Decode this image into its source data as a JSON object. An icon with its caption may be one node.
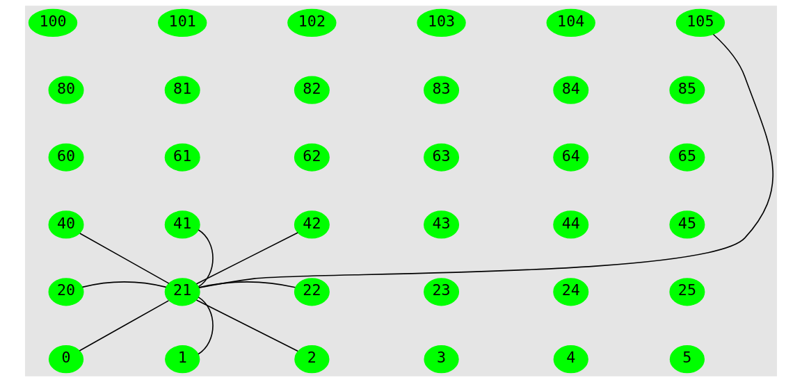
{
  "diagram": {
    "nodes": [
      {
        "text": [
          "100"
        ]
      },
      {
        "text": [
          "101"
        ]
      },
      {
        "text": [
          "102"
        ]
      },
      {
        "text": [
          "103"
        ]
      },
      {
        "text": [
          "104"
        ]
      },
      {
        "text": [
          "105"
        ]
      },
      {
        "text": [
          "80"
        ]
      },
      {
        "text": [
          "81"
        ]
      },
      {
        "text": [
          "82"
        ]
      },
      {
        "text": [
          "83"
        ]
      },
      {
        "text": [
          "84"
        ]
      },
      {
        "text": [
          "85"
        ]
      },
      {
        "text": [
          "60"
        ]
      },
      {
        "text": [
          "61"
        ]
      },
      {
        "text": [
          "62"
        ]
      },
      {
        "text": [
          "63"
        ]
      },
      {
        "text": [
          "64"
        ]
      },
      {
        "text": [
          "65"
        ]
      },
      {
        "text": [
          "40"
        ]
      },
      {
        "text": [
          "41"
        ]
      },
      {
        "text": [
          "42"
        ]
      },
      {
        "text": [
          "43"
        ]
      },
      {
        "text": [
          "44"
        ]
      },
      {
        "text": [
          "45"
        ]
      },
      {
        "text": [
          "20"
        ]
      },
      {
        "text": [
          "21"
        ]
      },
      {
        "text": [
          "22"
        ]
      },
      {
        "text": [
          "23"
        ]
      },
      {
        "text": [
          "24"
        ]
      },
      {
        "text": [
          "25"
        ]
      },
      {
        "text": [
          "0"
        ]
      },
      {
        "text": [
          "1"
        ]
      },
      {
        "text": [
          "2"
        ]
      },
      {
        "text": [
          "3"
        ]
      },
      {
        "text": [
          "4"
        ]
      },
      {
        "text": [
          "5"
        ]
      }
    ],
    "edges": [
      {
        "from": 25,
        "to": 18,
        "arrow": "none"
      },
      {
        "from": 25,
        "to": 19,
        "arrow": "none"
      },
      {
        "from": 25,
        "to": 5,
        "arrow": "none"
      },
      {
        "from": 25,
        "to": 20,
        "arrow": "none"
      },
      {
        "from": 25,
        "to": 24,
        "arrow": "none"
      },
      {
        "from": 25,
        "to": 26,
        "arrow": "none"
      },
      {
        "from": 25,
        "to": 30,
        "arrow": "none"
      },
      {
        "from": 25,
        "to": 31,
        "arrow": "none"
      },
      {
        "from": 25,
        "to": 32,
        "arrow": "none"
      }
    ]
  }
}
